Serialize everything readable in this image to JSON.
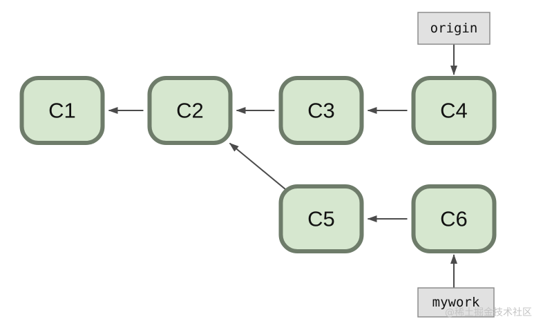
{
  "diagram": {
    "commits": [
      {
        "id": "c1",
        "label": "C1"
      },
      {
        "id": "c2",
        "label": "C2"
      },
      {
        "id": "c3",
        "label": "C3"
      },
      {
        "id": "c4",
        "label": "C4"
      },
      {
        "id": "c5",
        "label": "C5"
      },
      {
        "id": "c6",
        "label": "C6"
      }
    ],
    "parent_links": [
      {
        "from": "c2",
        "to": "c1"
      },
      {
        "from": "c3",
        "to": "c2"
      },
      {
        "from": "c4",
        "to": "c3"
      },
      {
        "from": "c5",
        "to": "c2"
      },
      {
        "from": "c6",
        "to": "c5"
      }
    ],
    "refs": [
      {
        "id": "origin",
        "label": "origin",
        "points_to": "c4"
      },
      {
        "id": "mywork",
        "label": "mywork",
        "points_to": "c6"
      }
    ]
  },
  "watermark": {
    "text": "@稀土掘金技术社区"
  }
}
